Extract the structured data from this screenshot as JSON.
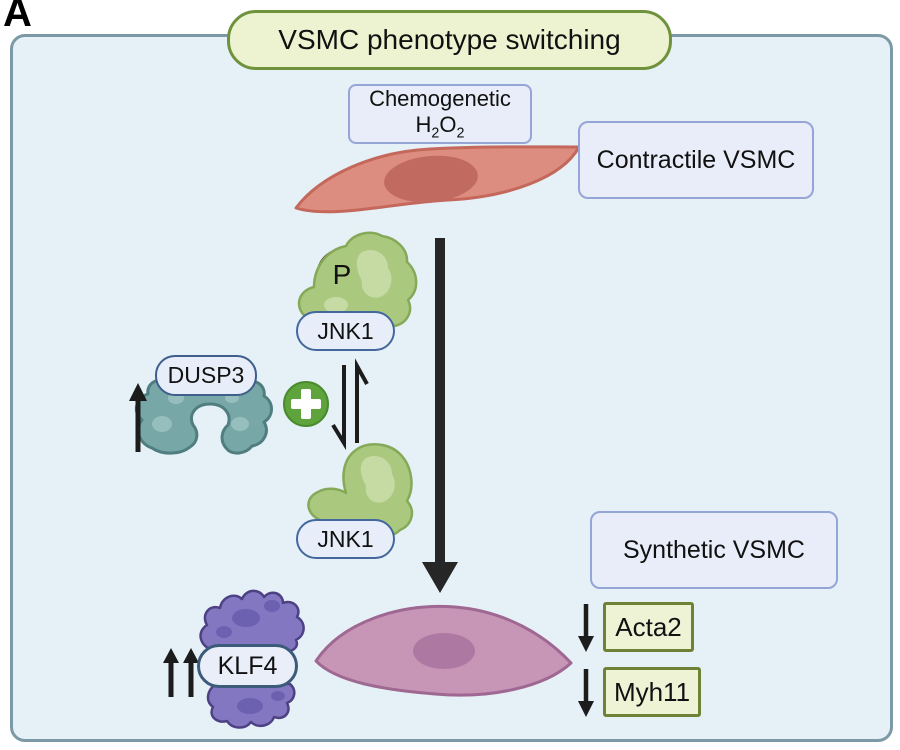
{
  "panel_label": "A",
  "title": "VSMC phenotype switching",
  "stimulus": {
    "line1": "Chemogenetic",
    "formula_parts": [
      "H",
      "2",
      "O",
      "2"
    ]
  },
  "cells": {
    "contractile_label": "Contractile VSMC",
    "synthetic_label": "Synthetic VSMC"
  },
  "molecules": {
    "jnk1": "JNK1",
    "dusp3": "DUSP3",
    "klf4": "KLF4",
    "phosphate": "P"
  },
  "genes": {
    "acta2": "Acta2",
    "myh11": "Myh11"
  },
  "annotations": {
    "dusp3_change": "up",
    "klf4_change": "double-up",
    "acta2_change": "down",
    "myh11_change": "down",
    "jnk1_reaction": "reversible-dephosphorylation"
  },
  "colors": {
    "panel_bg": "#e5f0f7",
    "panel_border": "#7e99a6",
    "title_bg": "#edf3d0",
    "title_border": "#6f923c",
    "label_box_bg": "#e9edf9",
    "label_box_border": "#94a5d6",
    "pill_border": "#44679e",
    "gene_box_bg": "#eef3d6",
    "gene_box_border": "#6e8135",
    "contractile_cell": "#dd8d7f",
    "synthetic_cell": "#c795b6",
    "jnk1_green": "#aac97e",
    "dusp3_teal": "#77a7a6",
    "klf4_purple": "#8377c1",
    "phosphate_yellow": "#f2c93b",
    "plus_green": "#5ea33c",
    "arrow_black": "#222222"
  }
}
